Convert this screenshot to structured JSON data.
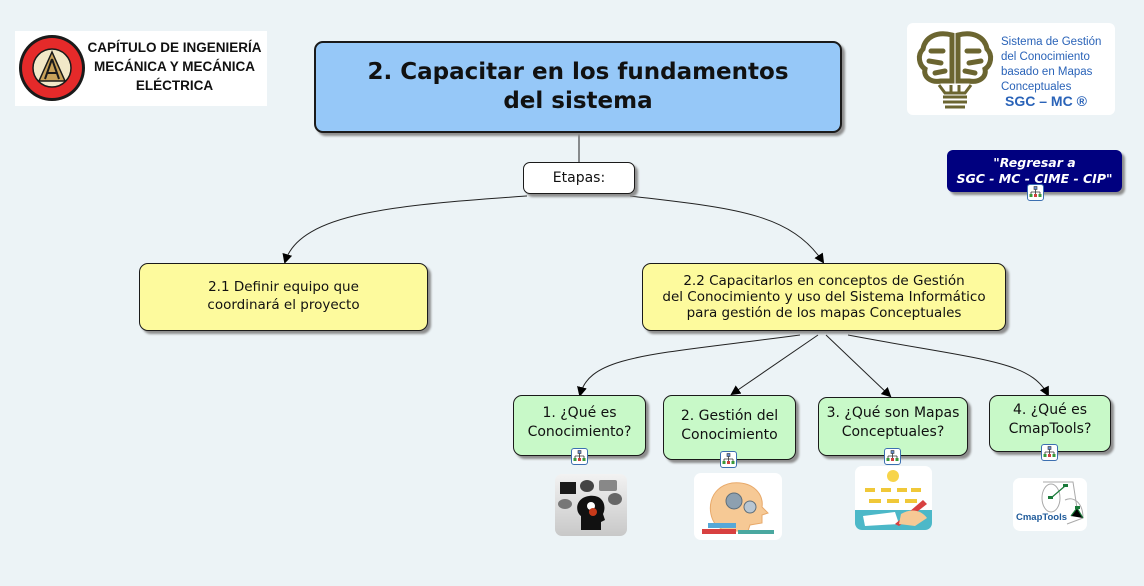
{
  "header": {
    "left_logo": {
      "icon": "colegio-ingenieros-seal-icon",
      "lines": [
        "CAPÍTULO DE INGENIERÍA",
        "MECÁNICA Y MECÁNICA",
        "ELÉCTRICA"
      ]
    },
    "right_logo": {
      "icon": "brain-lightbulb-icon",
      "lines": [
        "Sistema de Gestión",
        "del Conocimiento",
        "basado en Mapas",
        "Conceptuales"
      ],
      "brand": "SGC – MC ®"
    },
    "return_button": {
      "line1": "\"Regresar a",
      "line2": "SGC - MC - CIME - CIP\"",
      "icon": "cmap-link-icon"
    }
  },
  "map": {
    "main_concept": {
      "line1": "2. Capacitar en los fundamentos",
      "line2": "del sistema"
    },
    "linking_phrase": "Etapas:",
    "stages": [
      {
        "line1": "2.1 Definir equipo que",
        "line2": "coordinará el proyecto"
      },
      {
        "line1": "2.2 Capacitarlos en conceptos de Gestión",
        "line2": "del Conocimiento y uso del Sistema Informático",
        "line3": "para gestión de los mapas Conceptuales"
      }
    ],
    "topics": [
      {
        "line1": "1. ¿Qué es",
        "line2": "Conocimiento?",
        "image": "head-gears-speech-bubbles-image"
      },
      {
        "line1": "2. Gestión del",
        "line2": "Conocimiento",
        "image": "head-gears-books-image"
      },
      {
        "line1": "3. ¿Qué son Mapas",
        "line2": "Conceptuales?",
        "image": "hand-drawing-concept-map-image"
      },
      {
        "line1": "4. ¿Qué es",
        "line2": "CmapTools?",
        "image": "cmaptools-logo-image",
        "image_text": "CmapTools"
      }
    ]
  },
  "colors": {
    "background": "#ecf3f6",
    "main_concept_fill": "#96c8f8",
    "stage_fill": "#fdfa9d",
    "topic_fill": "#c8f9c8",
    "return_button_fill": "#00007f",
    "logo_text_blue": "#2a63b8",
    "brain_olive": "#6b6530"
  }
}
